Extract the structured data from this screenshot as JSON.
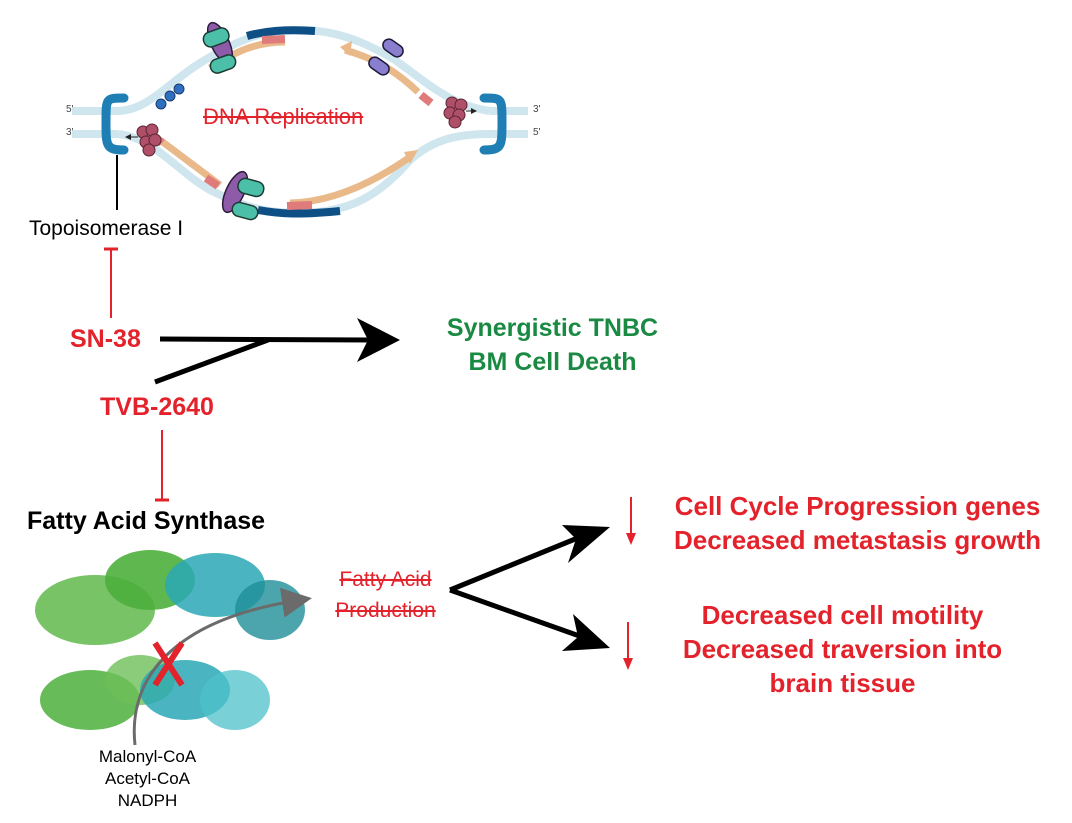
{
  "diagram": {
    "dna_replication": {
      "title": "DNA Replication",
      "title_struck_through": true,
      "left_top_strand_label": "5'",
      "left_bottom_strand_label": "3'",
      "right_top_strand_label": "3'",
      "right_bottom_strand_label": "5'",
      "enzyme_label": "Topoisomerase I"
    },
    "drugs": {
      "drug1": "SN-38",
      "drug2": "TVB-2640"
    },
    "outcome": {
      "line1": "Synergistic TNBC",
      "line2": "BM Cell Death"
    },
    "fasn": {
      "title": "Fatty Acid Synthase",
      "product_line1": "Fatty Acid",
      "product_line2": "Production",
      "product_struck_through": true,
      "substrates": [
        "Malonyl-CoA",
        "Acetyl-CoA",
        "NADPH"
      ],
      "block_mark": "X"
    },
    "effects": [
      {
        "direction": "down",
        "lines": [
          "Cell Cycle Progression genes",
          "Decreased metastasis growth"
        ]
      },
      {
        "direction": "down",
        "lines": [
          "Decreased cell motility",
          "Decreased traversion into",
          "brain tissue"
        ]
      }
    ],
    "colors": {
      "inhibitor_red": "#e3222b",
      "outcome_green": "#1a8a43",
      "dna_light": "#cfe6ef",
      "dna_dark": "#0e4f86",
      "topo_blue": "#1f7fb5",
      "primer_orange": "#e9b98a",
      "primer_pink": "#e07b7b",
      "polymerase_purple": "#8e5ba8",
      "clamp_teal": "#4bbfa8",
      "helicase_maroon": "#b05068",
      "protein_green": "#4caf3c",
      "protein_cyan": "#2aa8b5"
    }
  }
}
